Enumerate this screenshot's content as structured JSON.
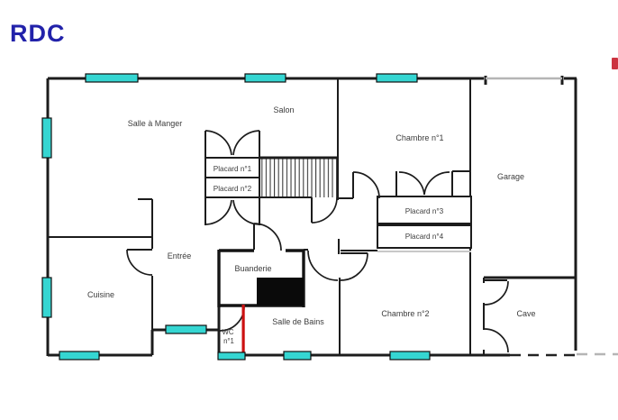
{
  "title": "RDC",
  "colors": {
    "title_blue": "#2222aa",
    "wall_black": "#1c1c1c",
    "window_cyan": "#35d6d2",
    "accent_red": "#cc1111",
    "marker_red": "#cc3340",
    "garage_door_gray": "#b5b5b5",
    "label_gray": "#3c3c3c"
  },
  "rooms": {
    "salle_a_manger": {
      "label": "Salle à Manger"
    },
    "salon": {
      "label": "Salon"
    },
    "chambre1": {
      "label": "Chambre n°1"
    },
    "garage": {
      "label": "Garage"
    },
    "placard1": {
      "label": "Placard n°1"
    },
    "placard2": {
      "label": "Placard n°2"
    },
    "placard3": {
      "label": "Placard n°3"
    },
    "placard4": {
      "label": "Placard n°4"
    },
    "entree": {
      "label": "Entrée"
    },
    "buanderie": {
      "label": "Buanderie"
    },
    "cuisine": {
      "label": "Cuisine"
    },
    "salle_de_bains": {
      "label": "Salle de Bains"
    },
    "wc": {
      "label_line1": "WC",
      "label_line2": "n°1"
    },
    "chambre2": {
      "label": "Chambre n°2"
    },
    "cave": {
      "label": "Cave"
    }
  }
}
